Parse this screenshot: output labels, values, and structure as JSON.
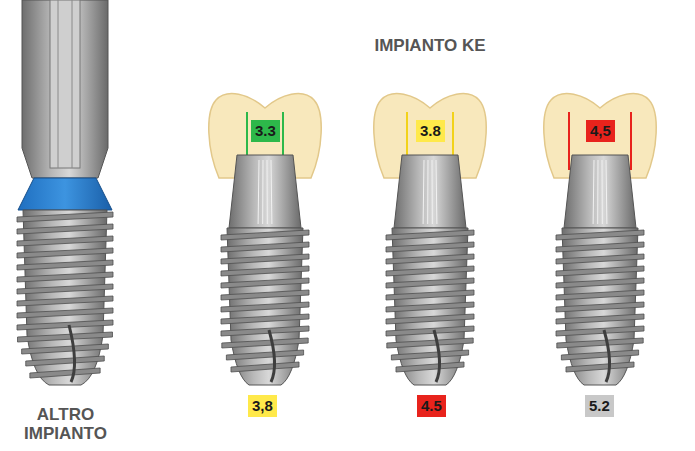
{
  "diagram": {
    "nodes": [
      {
        "text": [
          "3.3"
        ]
      },
      {
        "text": [
          "3.8"
        ]
      },
      {
        "text": [
          "4,5"
        ]
      },
      {
        "text": [
          "3,8"
        ]
      },
      {
        "text": [
          "4.5"
        ]
      },
      {
        "text": [
          "5.2"
        ]
      }
    ],
    "labels": [
      "IMPIANTO KE",
      "ALTRO IMPIANTO"
    ]
  }
}
